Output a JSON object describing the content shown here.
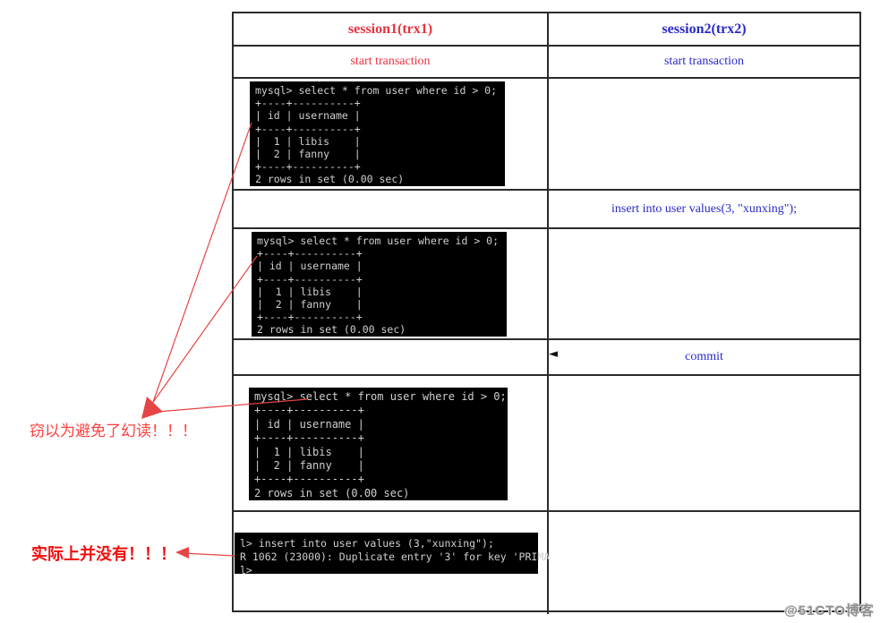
{
  "table": {
    "header": {
      "session1": "session1(trx1)",
      "session2": "session2(trx2)"
    },
    "row_start": {
      "left": "start transaction",
      "right": "start transaction"
    },
    "row_insert": {
      "right": "insert into user values(3, \"xunxing\");"
    },
    "row_commit": {
      "right": "commit"
    }
  },
  "terminals": {
    "select_query_result": "mysql> select * from user where id > 0;\n+----+----------+\n| id | username |\n+----+----------+\n|  1 | libis    |\n|  2 | fanny    |\n+----+----------+\n2 rows in set (0.00 sec)",
    "insert_error": "l> insert into user values (3,\"xunxing\");\nR 1062 (23000): Duplicate entry '3' for key 'PRIMA\nl>"
  },
  "annotations": {
    "assumed_no_phantom_read": "窃以为避免了幻读！！！",
    "actually_not": "实际上并没有！！！"
  },
  "icons": {
    "commit_left_arrow": "◄"
  },
  "watermark": "@51CTO博客",
  "colors": {
    "session1_red": "#e8323e",
    "session2_blue": "#2a2ac8",
    "annotation_light_red": "#ff4040",
    "annotation_bold_red": "#f20d0d",
    "arrow_red": "#e64545",
    "terminal_bg": "#000000",
    "terminal_text": "#cfcfcf",
    "table_border": "#2b2b2b"
  }
}
